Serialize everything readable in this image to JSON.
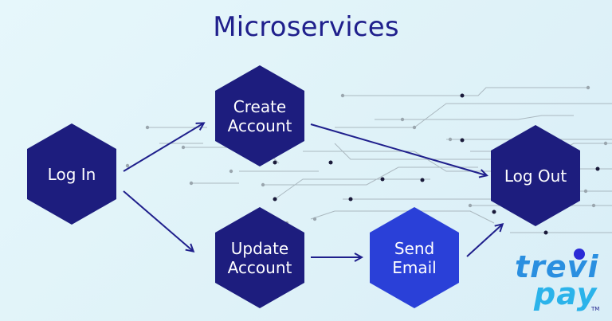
{
  "title": "Microservices",
  "colors": {
    "background": "#e3f5fa",
    "node_dark": "#1d1d7e",
    "node_accent": "#2a40d8",
    "arrow": "#1f1f8c",
    "circuit": "#8a98a2"
  },
  "nodes": [
    {
      "id": "login",
      "lines": [
        "Log In"
      ],
      "color": "node_dark"
    },
    {
      "id": "create",
      "lines": [
        "Create",
        "Account"
      ],
      "color": "node_dark"
    },
    {
      "id": "update",
      "lines": [
        "Update",
        "Account"
      ],
      "color": "node_dark"
    },
    {
      "id": "email",
      "lines": [
        "Send",
        "Email"
      ],
      "color": "node_accent"
    },
    {
      "id": "logout",
      "lines": [
        "Log Out"
      ],
      "color": "node_dark"
    }
  ],
  "edges": [
    {
      "from": "login",
      "to": "create"
    },
    {
      "from": "login",
      "to": "update"
    },
    {
      "from": "create",
      "to": "logout"
    },
    {
      "from": "update",
      "to": "email"
    },
    {
      "from": "email",
      "to": "logout"
    }
  ],
  "logo": {
    "line1": "trevi",
    "line2": "pay",
    "trademark": "TM"
  }
}
